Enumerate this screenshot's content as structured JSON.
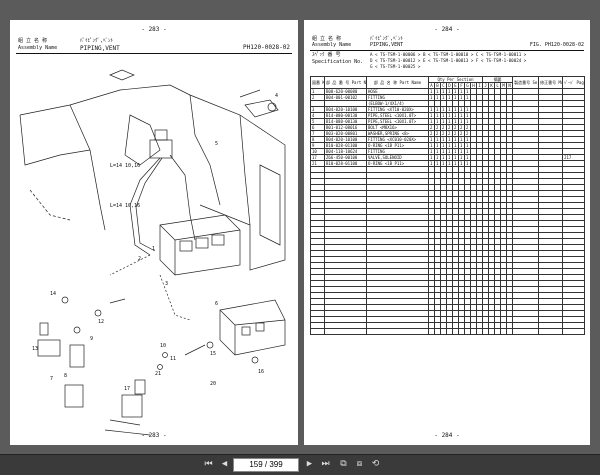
{
  "left_page": {
    "page_top": "- 283 -",
    "page_bottom": "- 283 -",
    "assembly_name_jp": "組 立 名 称",
    "assembly_name_label": "Assembly Name",
    "assembly_name_kana": "ﾊﾟｲﾋﾟﾝｸﾞ,ﾍﾞﾝﾄ",
    "assembly_name": "PIPING,VENT",
    "figure_code": "PH120-0028-02",
    "callouts": [
      "4",
      "5",
      "1",
      "2",
      "3",
      "14",
      "13",
      "12",
      "7",
      "8",
      "9",
      "10",
      "11",
      "17",
      "21",
      "6",
      "15",
      "16",
      "20",
      "L=14 10,16",
      "L=14 10,16"
    ]
  },
  "right_page": {
    "page_top": "- 284 -",
    "page_bottom": "- 284 -",
    "assembly_name_jp": "組 立 名 称",
    "assembly_name_label": "Assembly Name",
    "assembly_name_kana": "ﾊﾟｲﾋﾟﾝｸﾞ,ﾍﾞﾝﾄ",
    "assembly_name": "PIPING,VENT",
    "fig_code": "FIG. PH120-0028-02",
    "spec_jp": "ｽﾍﾟｯｸ 番 号",
    "spec_label": "Specification No.",
    "spec_lines": [
      "A < TS-TSM-1-00006     > B < TS-TSM-1-00010     > C < TS-TSM-1-00011     >",
      "D < TS-TSM-1-00012     > E < TS-TSM-1-00013     > F < TS-TSM-1-00024     >",
      "G < TS-TSM-1-00025     >"
    ],
    "table_headers": {
      "key": "図番 Key No.",
      "part_no": "部 品 番 号 Part No.",
      "part_name": "部 品 名 称 Part Name",
      "qty": "Qty Per Section",
      "remarks": "摘要",
      "serial": "製造番号 Serial No.",
      "modif": "修正番号 Modifi. No.",
      "page": "ﾍﾟｰｼﾞ Page"
    },
    "section_letters": [
      "A",
      "B",
      "C",
      "D",
      "E",
      "F",
      "G",
      "H",
      "I",
      "J",
      "K",
      "L",
      "M",
      "N"
    ],
    "rows": [
      {
        "key": "1",
        "part": "B08-620-00080",
        "name": "HOSE",
        "qty": [
          "1",
          "1",
          "1",
          "1",
          "1",
          "1",
          "1"
        ],
        "page": "",
        "sep": false
      },
      {
        "key": "2",
        "part": "B04-001-00102",
        "name": "FITTING",
        "qty": [
          "1",
          "1",
          "1",
          "1",
          "1",
          "1",
          "1"
        ],
        "page": "",
        "sep": false
      },
      {
        "key": "",
        "part": "",
        "name": "(ELBOW-1/4X1/4)",
        "qty": [
          "",
          "",
          "",
          "",
          "",
          "",
          ""
        ],
        "page": "",
        "sep": false
      },
      {
        "key": "3",
        "part": "B04-020-10100",
        "name": "FITTING <XT10-020X>",
        "qty": [
          "1",
          "1",
          "1",
          "1",
          "1",
          "1",
          "1"
        ],
        "page": "",
        "sep": false
      },
      {
        "key": "4",
        "part": "B14-080-00130",
        "name": "PIPE,STEEL <10X1.0T>",
        "qty": [
          "1",
          "1",
          "1",
          "1",
          "1",
          "1",
          "1"
        ],
        "page": "",
        "sep": false
      },
      {
        "key": "5",
        "part": "B14-080-00130",
        "name": "PIPE,STEEL <10X1.0T>",
        "qty": [
          "1",
          "1",
          "1",
          "1",
          "1",
          "1",
          "1"
        ],
        "page": "",
        "sep": false
      },
      {
        "key": "6",
        "part": "B01-012-08016",
        "name": "BOLT <M8X16>",
        "qty": [
          "2",
          "2",
          "2",
          "2",
          "2",
          "2",
          "2"
        ],
        "page": "",
        "sep": true
      },
      {
        "key": "7",
        "part": "B03-020-00801",
        "name": "WASHER,SPRING <8>",
        "qty": [
          "2",
          "2",
          "2",
          "2",
          "2",
          "2",
          "2"
        ],
        "page": "",
        "sep": false
      },
      {
        "key": "8",
        "part": "B04-020-10100",
        "name": "FITTING <XC010-020X>",
        "qty": [
          "1",
          "1",
          "1",
          "1",
          "1",
          "1",
          "1"
        ],
        "page": "",
        "sep": false
      },
      {
        "key": "9",
        "part": "B10-028-01100",
        "name": "O-RING <1B P11>",
        "qty": [
          "1",
          "1",
          "1",
          "1",
          "1",
          "1",
          "1"
        ],
        "page": "",
        "sep": false
      },
      {
        "key": "10",
        "part": "B04-118-10624",
        "name": "FITTING",
        "qty": [
          "1",
          "1",
          "1",
          "1",
          "1",
          "1",
          "1"
        ],
        "page": "",
        "sep": false
      },
      {
        "key": "17",
        "part": "Z66-450-00100",
        "name": "VALVE,SOLENOID",
        "qty": [
          "1",
          "1",
          "1",
          "1",
          "1",
          "1",
          "1"
        ],
        "page": "217",
        "sep": true
      },
      {
        "key": "21",
        "part": "B10-028-01100",
        "name": "O-RING <1B P11>",
        "qty": [
          "1",
          "1",
          "1",
          "1",
          "1",
          "1",
          "1"
        ],
        "page": "",
        "sep": false
      }
    ],
    "blank_rows": 28
  },
  "viewer": {
    "page_field": "159 / 399"
  }
}
